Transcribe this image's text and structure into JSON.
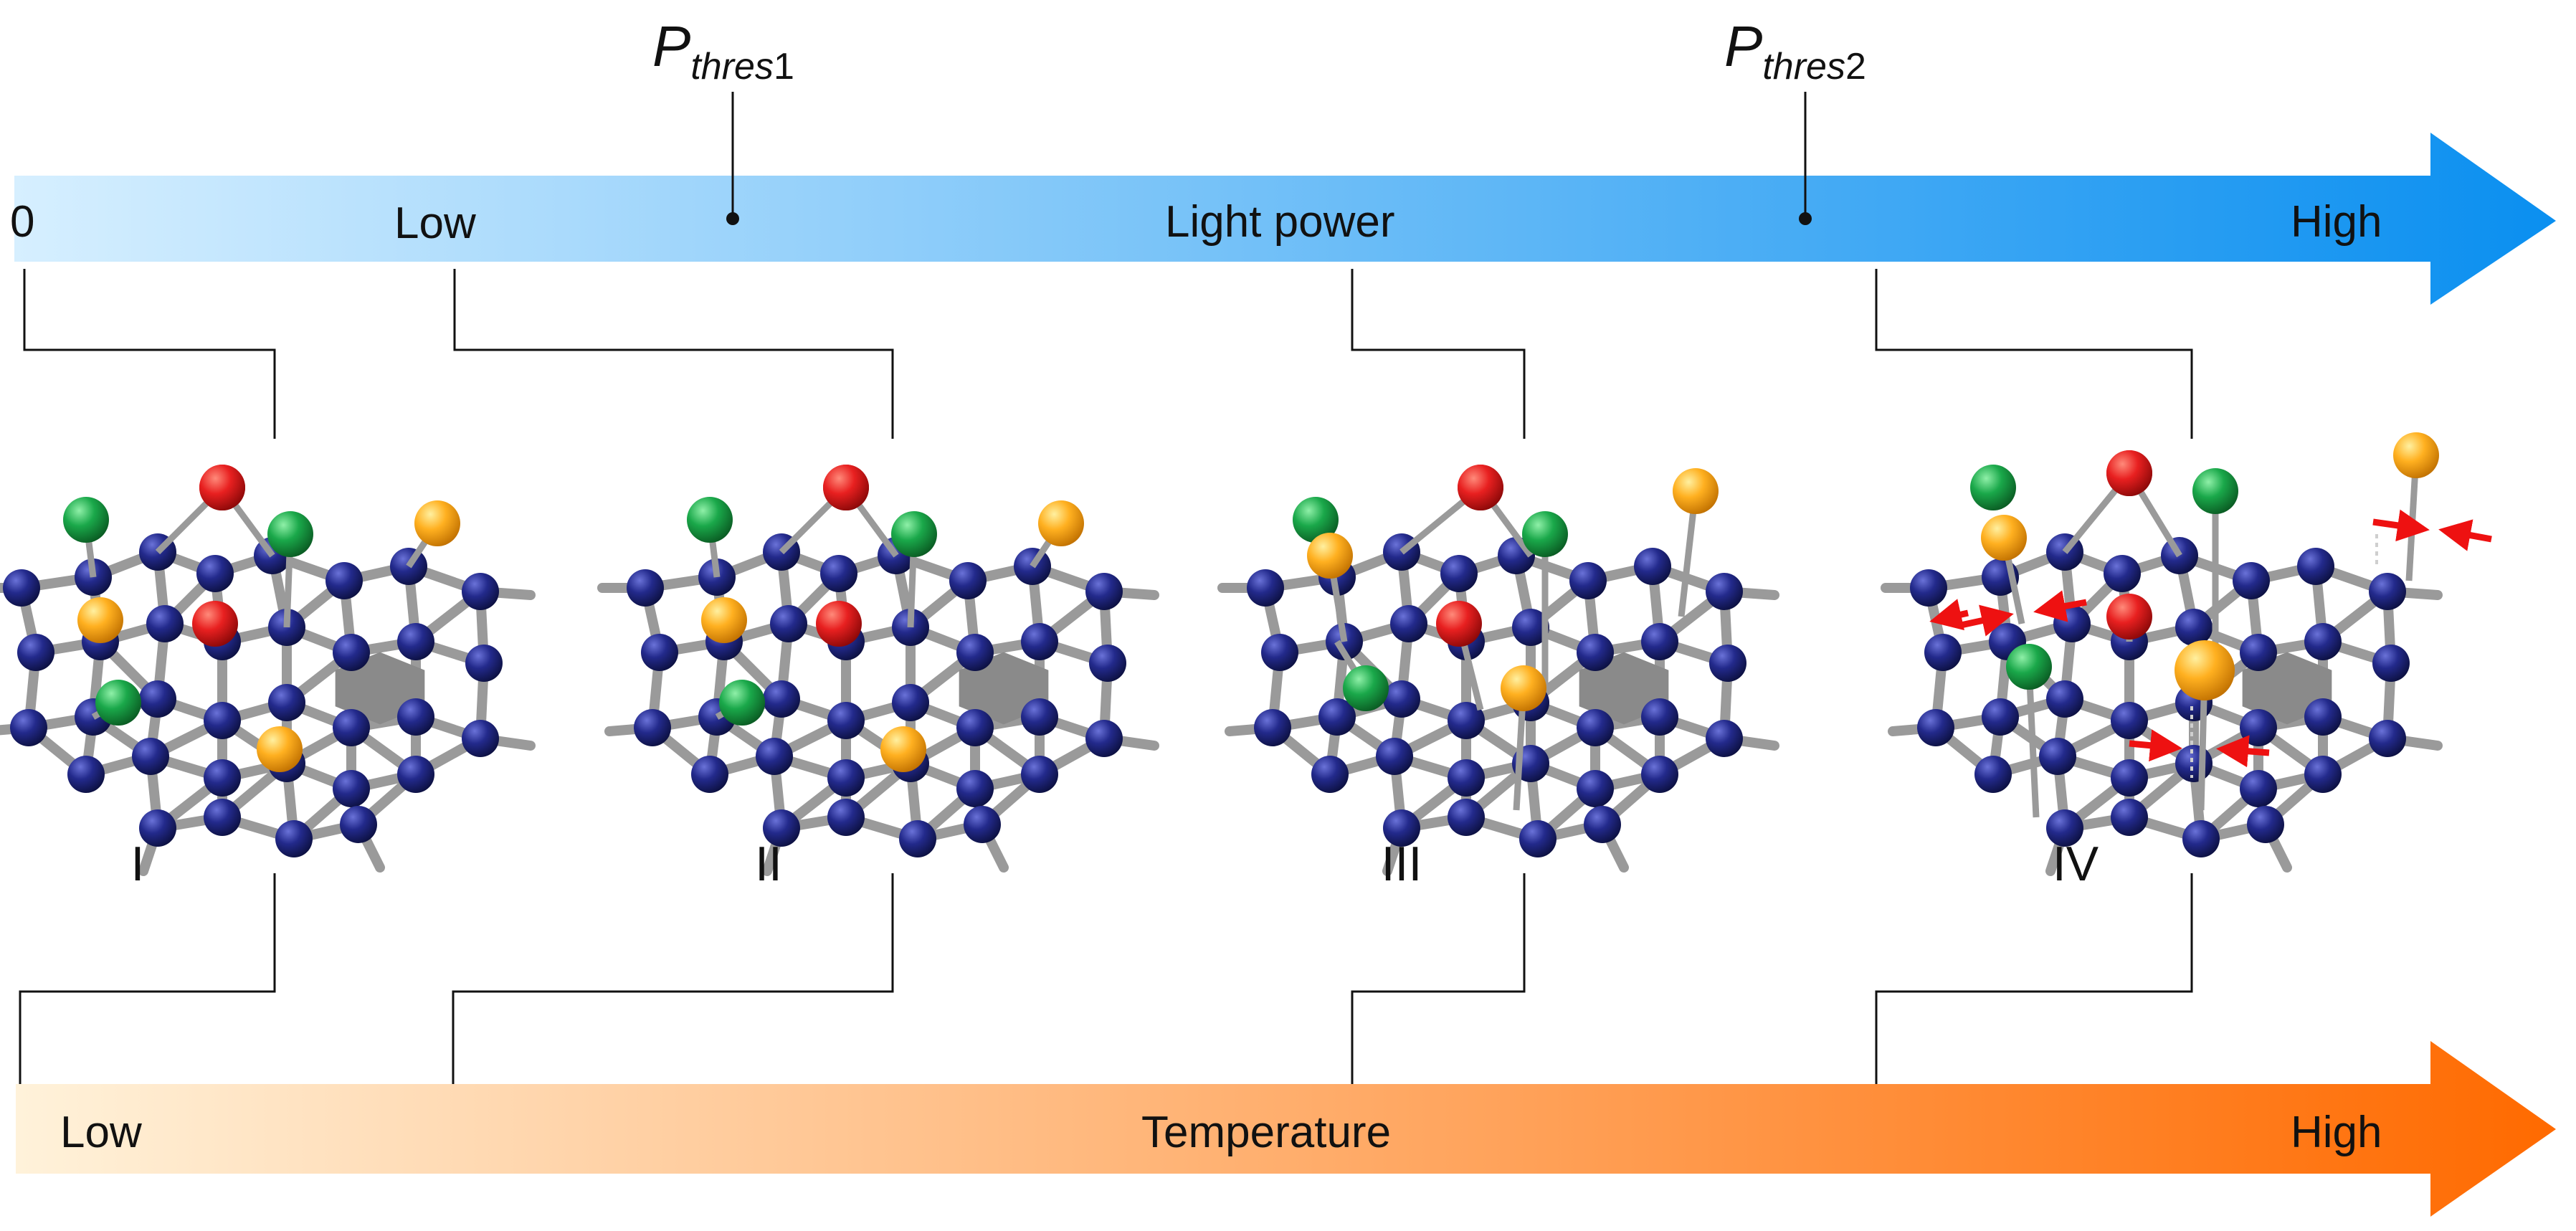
{
  "light_arrow": {
    "start_label": "0",
    "low_label": "Low",
    "title": "Light power",
    "high_label": "High",
    "color_start": "#d6efff",
    "color_end": "#0a8ff0"
  },
  "thresholds": [
    {
      "symbol": "P",
      "subscript": "thres",
      "index": "1"
    },
    {
      "symbol": "P",
      "subscript": "thres",
      "index": "2"
    }
  ],
  "temperature_arrow": {
    "low_label": "Low",
    "title": "Temperature",
    "high_label": "High",
    "color_start": "#fff2da",
    "color_end": "#ff6a00"
  },
  "stages": [
    {
      "label": "I"
    },
    {
      "label": "II"
    },
    {
      "label": "III"
    },
    {
      "label": "IV"
    }
  ],
  "atom_colors": {
    "carbon": "#1f2680",
    "red_atom": "#e82020",
    "green_atom": "#1aa84a",
    "orange_atom": "#ffb020",
    "bond": "#9a9a9a",
    "vacancy": "#8a8a8a",
    "strain_arrow": "#ee1111"
  }
}
